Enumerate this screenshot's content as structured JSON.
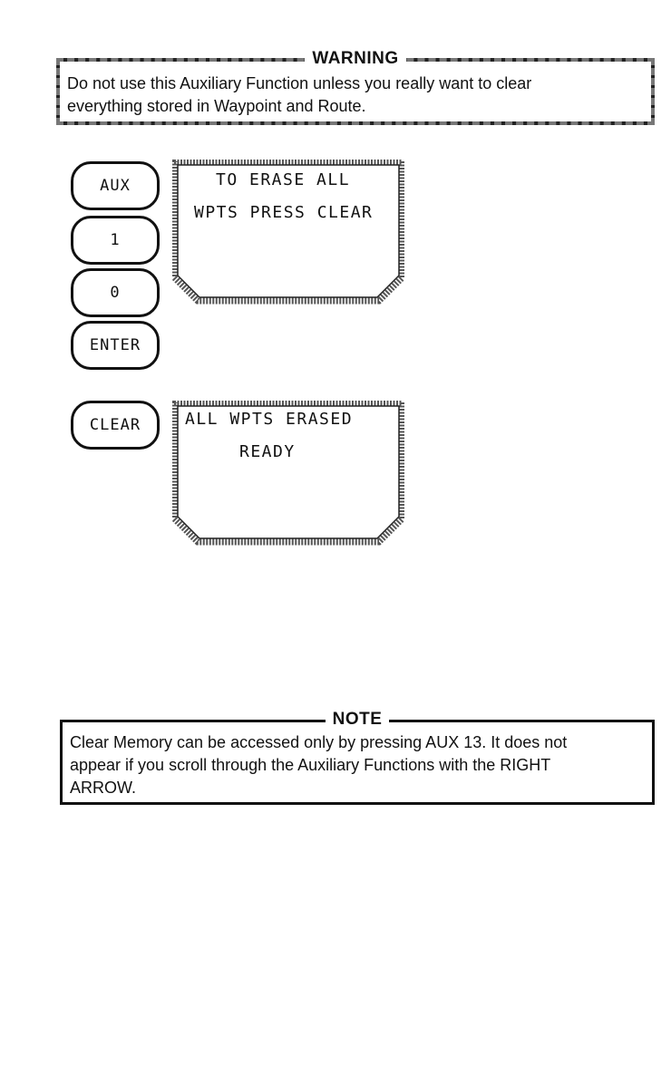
{
  "warning": {
    "title": "WARNING",
    "line1": "Do not use this Auxiliary Function unless you really want to clear",
    "line2": "everything stored in Waypoint and Route."
  },
  "keys": {
    "aux": "AUX",
    "one": "1",
    "zero": "0",
    "enter": "ENTER",
    "clear": "CLEAR"
  },
  "screen1": {
    "line1": "TO ERASE ALL",
    "line2": "WPTS PRESS CLEAR"
  },
  "screen2": {
    "line1": "ALL WPTS ERASED",
    "line2": "READY"
  },
  "note": {
    "title": "NOTE",
    "line1": "Clear Memory can be accessed only by pressing AUX 13. It does not",
    "line2": "appear if you scroll through the Auxiliary Functions with the RIGHT",
    "line3": "ARROW."
  }
}
